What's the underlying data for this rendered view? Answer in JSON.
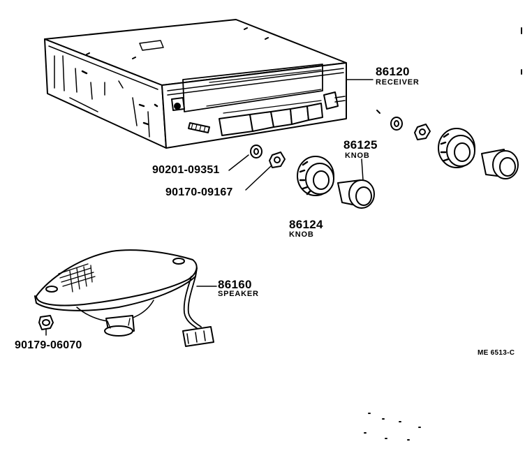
{
  "parts": {
    "receiver": {
      "number": "86120",
      "name": "RECEIVER"
    },
    "knob_inner": {
      "number": "86125",
      "name": "KNOB"
    },
    "knob_outer": {
      "number": "86124",
      "name": "KNOB"
    },
    "washer": {
      "number": "90201-09351"
    },
    "nut": {
      "number": "90170-09167"
    },
    "speaker": {
      "number": "86160",
      "name": "SPEAKER"
    },
    "speaker_nut": {
      "number": "90179-06070"
    }
  },
  "figure_ref": "ME 6513-C"
}
